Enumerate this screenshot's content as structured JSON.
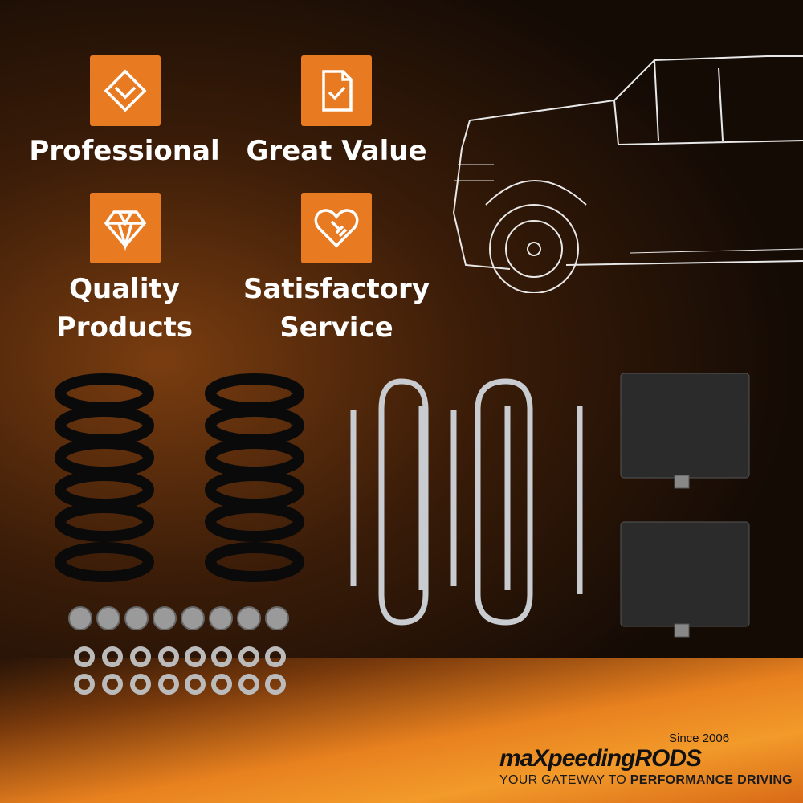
{
  "features": [
    {
      "label": "Professional",
      "icon": "diamond-chevron-icon"
    },
    {
      "label": "Great Value",
      "icon": "document-check-icon"
    },
    {
      "label": "Quality Products",
      "line1": "Quality",
      "line2": "Products",
      "icon": "gem-icon"
    },
    {
      "label": "Satisfactory Service",
      "line1": "Satisfactory",
      "line2": "Service",
      "icon": "heart-handshake-icon"
    }
  ],
  "brand": {
    "since": "Since 2006",
    "name_part1": "maX",
    "name_part2": "peedingRODS",
    "tagline_light": "YOUR GATEWAY TO ",
    "tagline_bold": "PERFORMANCE DRIVING"
  },
  "colors": {
    "accent": "#e87a22",
    "background": "#1a0e06"
  }
}
